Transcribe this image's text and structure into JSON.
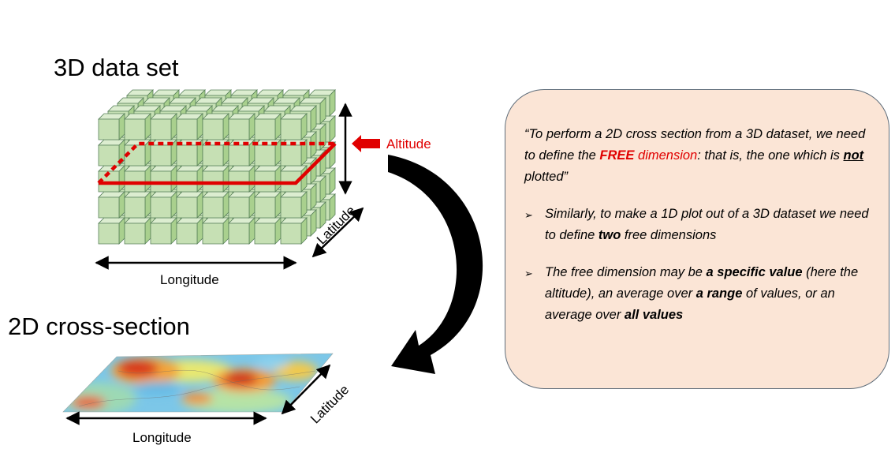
{
  "titles": {
    "dataset_3d": "3D data set",
    "cross_section_2d": "2D cross-section"
  },
  "labels": {
    "altitude": "Altitude",
    "latitude_3d": "Latitude",
    "longitude_3d": "Longitude",
    "latitude_2d": "Latitude",
    "longitude_2d": "Longitude"
  },
  "textbox": {
    "quote": {
      "part1": "“To perform a 2D cross section from a 3D dataset, we need to define the ",
      "free_bold": "FREE",
      "dimension_red": " dimension",
      "part2": ": that is, the one which is ",
      "not_bold": "not",
      "part3": " plotted”"
    },
    "bullet_marker": "➢",
    "bullet1": {
      "part1": "Similarly, to make a 1D plot out of a 3D dataset we need to define ",
      "two_bold": "two",
      "part2": " free dimensions"
    },
    "bullet2": {
      "part1": " The free dimension may be ",
      "specific_bold": "a specific value",
      "part2": " (here the altitude), an average over ",
      "range_bold": "a range",
      "part3": " of values, or an average over ",
      "all_bold": "all values"
    }
  },
  "colors": {
    "cube_front": "#c6e0b4",
    "cube_top": "#dcedd0",
    "cube_side": "#a9d08e",
    "cube_edge": "#58805a",
    "highlight": "#e00000",
    "textbox_bg": "#fbe5d6"
  }
}
